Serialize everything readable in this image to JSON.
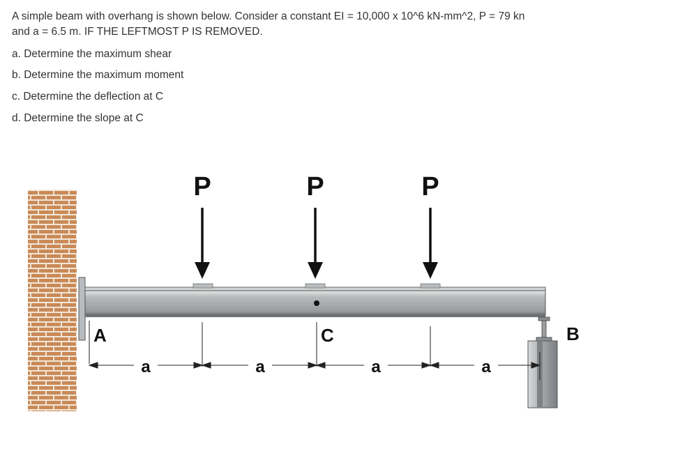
{
  "question": {
    "line1": "A simple beam with overhang is shown below. Consider a constant EI = 10,000 x 10^6 kN-mm^2, P = 79 kn",
    "line2": "and a = 6.5 m. IF THE LEFTMOST P IS REMOVED."
  },
  "parts": [
    "a. Determine the maximum shear",
    "b. Determine the maximum moment",
    "c. Determine the deflection at C",
    "d. Determine the slope at C"
  ],
  "figure": {
    "load_labels": [
      "P",
      "P",
      "P"
    ],
    "support_left": "A",
    "support_right": "B",
    "point_c": "C",
    "span_labels": [
      "a",
      "a",
      "a",
      "a"
    ],
    "colors": {
      "brick": "#c98a58",
      "mortar": "#f3e6d8",
      "beam": "#a9acae",
      "beam_dark": "#6f7375",
      "arrow": "#111111"
    }
  }
}
